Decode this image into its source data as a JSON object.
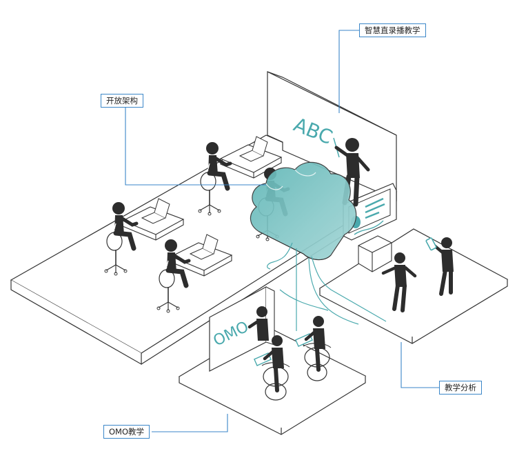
{
  "labels": {
    "live_teaching": "智慧直录播教学",
    "open_architecture": "开放架构",
    "teaching_analysis": "教学分析",
    "omo_teaching": "OMO教学"
  },
  "boards": {
    "main_board_text": "ABC",
    "omo_board_text": "OMO"
  },
  "colors": {
    "accent_blue": "#3a86c8",
    "teal": "#4aa9ad",
    "figure": "#2d2d2d",
    "line": "#333333"
  }
}
